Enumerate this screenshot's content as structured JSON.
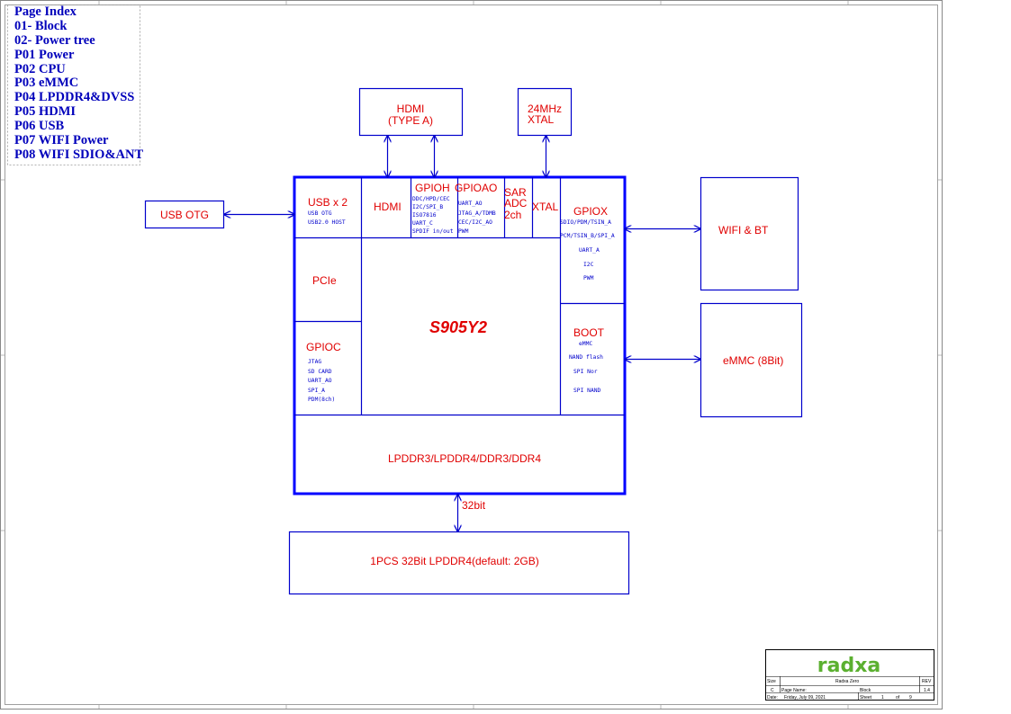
{
  "page_index": {
    "title": "Page Index",
    "items": [
      "01- Block",
      "02- Power tree",
      "P01 Power",
      "P02 CPU",
      "P03 eMMC",
      "P04 LPDDR4&DVSS",
      "P05 HDMI",
      "P06 USB",
      "P07 WIFI Power",
      "P08 WIFI SDIO&ANT"
    ]
  },
  "blocks": {
    "hdmi_ext": [
      "HDMI",
      "(TYPE A)"
    ],
    "xtal_ext": [
      "24MHz",
      "XTAL"
    ],
    "usb_otg": "USB OTG",
    "wifi_bt": "WIFI & BT",
    "emmc": "eMMC  (8Bit)",
    "ddr_ext": "1PCS 32Bit LPDDR4(default: 2GB)",
    "bus_width": "32bit"
  },
  "soc": {
    "name": "S905Y2",
    "usb": {
      "title": "USB x 2",
      "lines": [
        "USB OTG",
        "USB2.0 HOST"
      ]
    },
    "hdmi": "HDMI",
    "gpioh": {
      "title": "GPIOH",
      "lines": [
        "DDC/HPD/CEC",
        "I2C/SPI_B",
        "ISO7816",
        "UART_C",
        "SPDIF in/out"
      ]
    },
    "gpioao": {
      "title": "GPIOAO",
      "lines": [
        "UART_AO",
        "JTAG_A/TDMB",
        "CEC/I2C_AO",
        "PWM"
      ]
    },
    "sar": [
      "SAR",
      "ADC",
      "2ch"
    ],
    "xtal": "XTAL",
    "gpiox": {
      "title": "GPIOX",
      "lines": [
        "SDIO/PDM/TSIN_A",
        "PCM/TSIN_B/SPI_A",
        "UART_A",
        "I2C",
        "PWM"
      ]
    },
    "pcie": "PCIe",
    "gpioc": {
      "title": "GPIOC",
      "lines": [
        "JTAG",
        "SD CARD",
        "UART_AO",
        "SPI_A",
        "PDM(8ch)"
      ]
    },
    "boot": {
      "title": "BOOT",
      "lines": [
        "eMMC",
        "NAND flash",
        "SPI Nor",
        "SPI NAND"
      ]
    },
    "ddr": "LPDDR3/LPDDR4/DDR3/DDR4"
  },
  "title_block": {
    "logo": "radxa",
    "size_label": "Size",
    "size": "C",
    "doc_title": "Radxa Zero",
    "rev_label": "REV",
    "rev": "1.4",
    "page_name_label": "Page Name:",
    "page_name": "Block",
    "date_label": "Date:",
    "date": "Friday, July 09, 2021",
    "sheet_label": "Sheet",
    "sheet": "1",
    "of_label": "of",
    "total": "9"
  },
  "colors": {
    "label": "#e00000",
    "line": "#0000cc",
    "logo": "#5bb030"
  }
}
